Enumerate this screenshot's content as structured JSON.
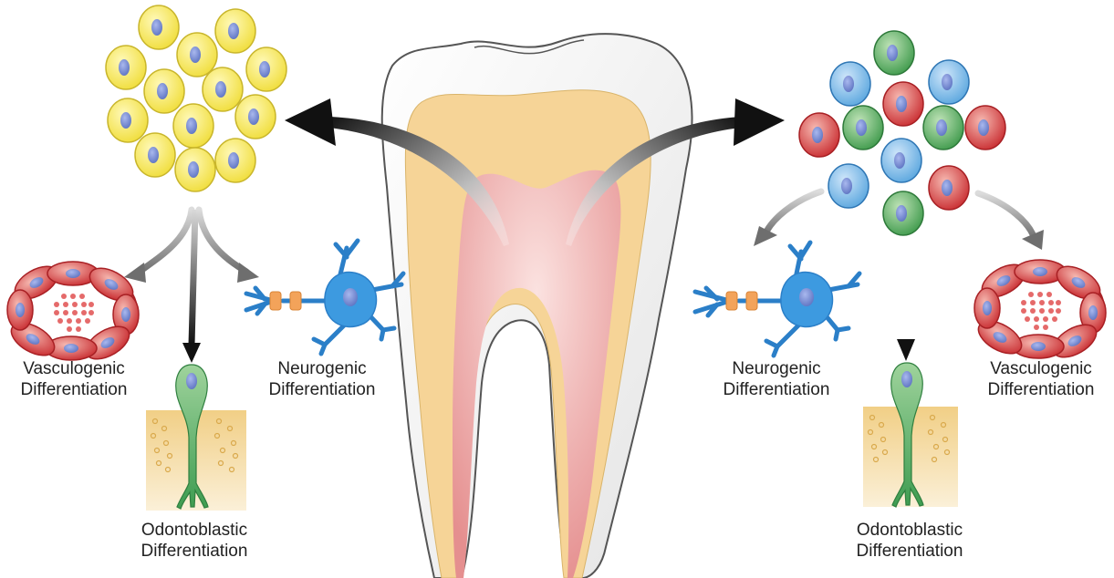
{
  "labels": {
    "left_vasculogenic": [
      "Vasculogenic",
      "Differentiation"
    ],
    "left_odontoblastic": [
      "Odontoblastic",
      "Differentiation"
    ],
    "left_neurogenic": [
      "Neurogenic",
      "Differentiation"
    ],
    "right_neurogenic": [
      "Neurogenic",
      "Differentiation"
    ],
    "right_odontoblastic": [
      "Odontoblastic",
      "Differentiation"
    ],
    "right_vasculogenic": [
      "Vasculogenic",
      "Differentiation"
    ]
  },
  "colors": {
    "yellow_cell": "#f3e64d",
    "nucleus": "#7a8ccd",
    "blue_cell": "#58a6dd",
    "green_cell": "#4fa557",
    "red_cell": "#d2393a",
    "enamel": "#eeeeee",
    "dentin": "#f6d497",
    "pulp": "#e9a4a2",
    "vessel_red": "#d23a3c",
    "neuron_blue": "#3d9ae0",
    "synapse_orange": "#f3a35a",
    "odontoblast_green": "#4aa85d",
    "matrix_tan": "#f3d79d",
    "arrow_dark": "#1a1a1a",
    "arrow_gray": "#7a7a7a"
  }
}
